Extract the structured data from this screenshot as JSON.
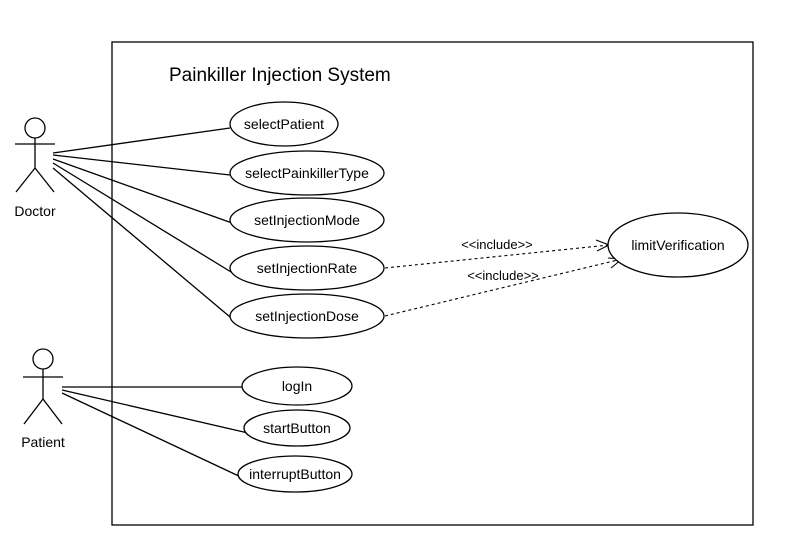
{
  "diagram": {
    "system": {
      "title": "Painkiller Injection System"
    },
    "actors": [
      {
        "id": "doctor",
        "label": "Doctor"
      },
      {
        "id": "patient",
        "label": "Patient"
      }
    ],
    "use_cases": [
      {
        "id": "selectPatient",
        "label": "selectPatient"
      },
      {
        "id": "selectPainkillerType",
        "label": "selectPainkillerType"
      },
      {
        "id": "setInjectionMode",
        "label": "setInjectionMode"
      },
      {
        "id": "setInjectionRate",
        "label": "setInjectionRate"
      },
      {
        "id": "setInjectionDose",
        "label": "setInjectionDose"
      },
      {
        "id": "limitVerification",
        "label": "limitVerification"
      },
      {
        "id": "logIn",
        "label": "logIn"
      },
      {
        "id": "startButton",
        "label": "startButton"
      },
      {
        "id": "interruptButton",
        "label": "interruptButton"
      }
    ],
    "associations": [
      {
        "from": "doctor",
        "to": "selectPatient"
      },
      {
        "from": "doctor",
        "to": "selectPainkillerType"
      },
      {
        "from": "doctor",
        "to": "setInjectionMode"
      },
      {
        "from": "doctor",
        "to": "setInjectionRate"
      },
      {
        "from": "doctor",
        "to": "setInjectionDose"
      },
      {
        "from": "patient",
        "to": "logIn"
      },
      {
        "from": "patient",
        "to": "startButton"
      },
      {
        "from": "patient",
        "to": "interruptButton"
      }
    ],
    "includes": [
      {
        "from": "setInjectionRate",
        "to": "limitVerification",
        "label": "<<include>>"
      },
      {
        "from": "setInjectionDose",
        "to": "limitVerification",
        "label": "<<include>>"
      }
    ]
  }
}
